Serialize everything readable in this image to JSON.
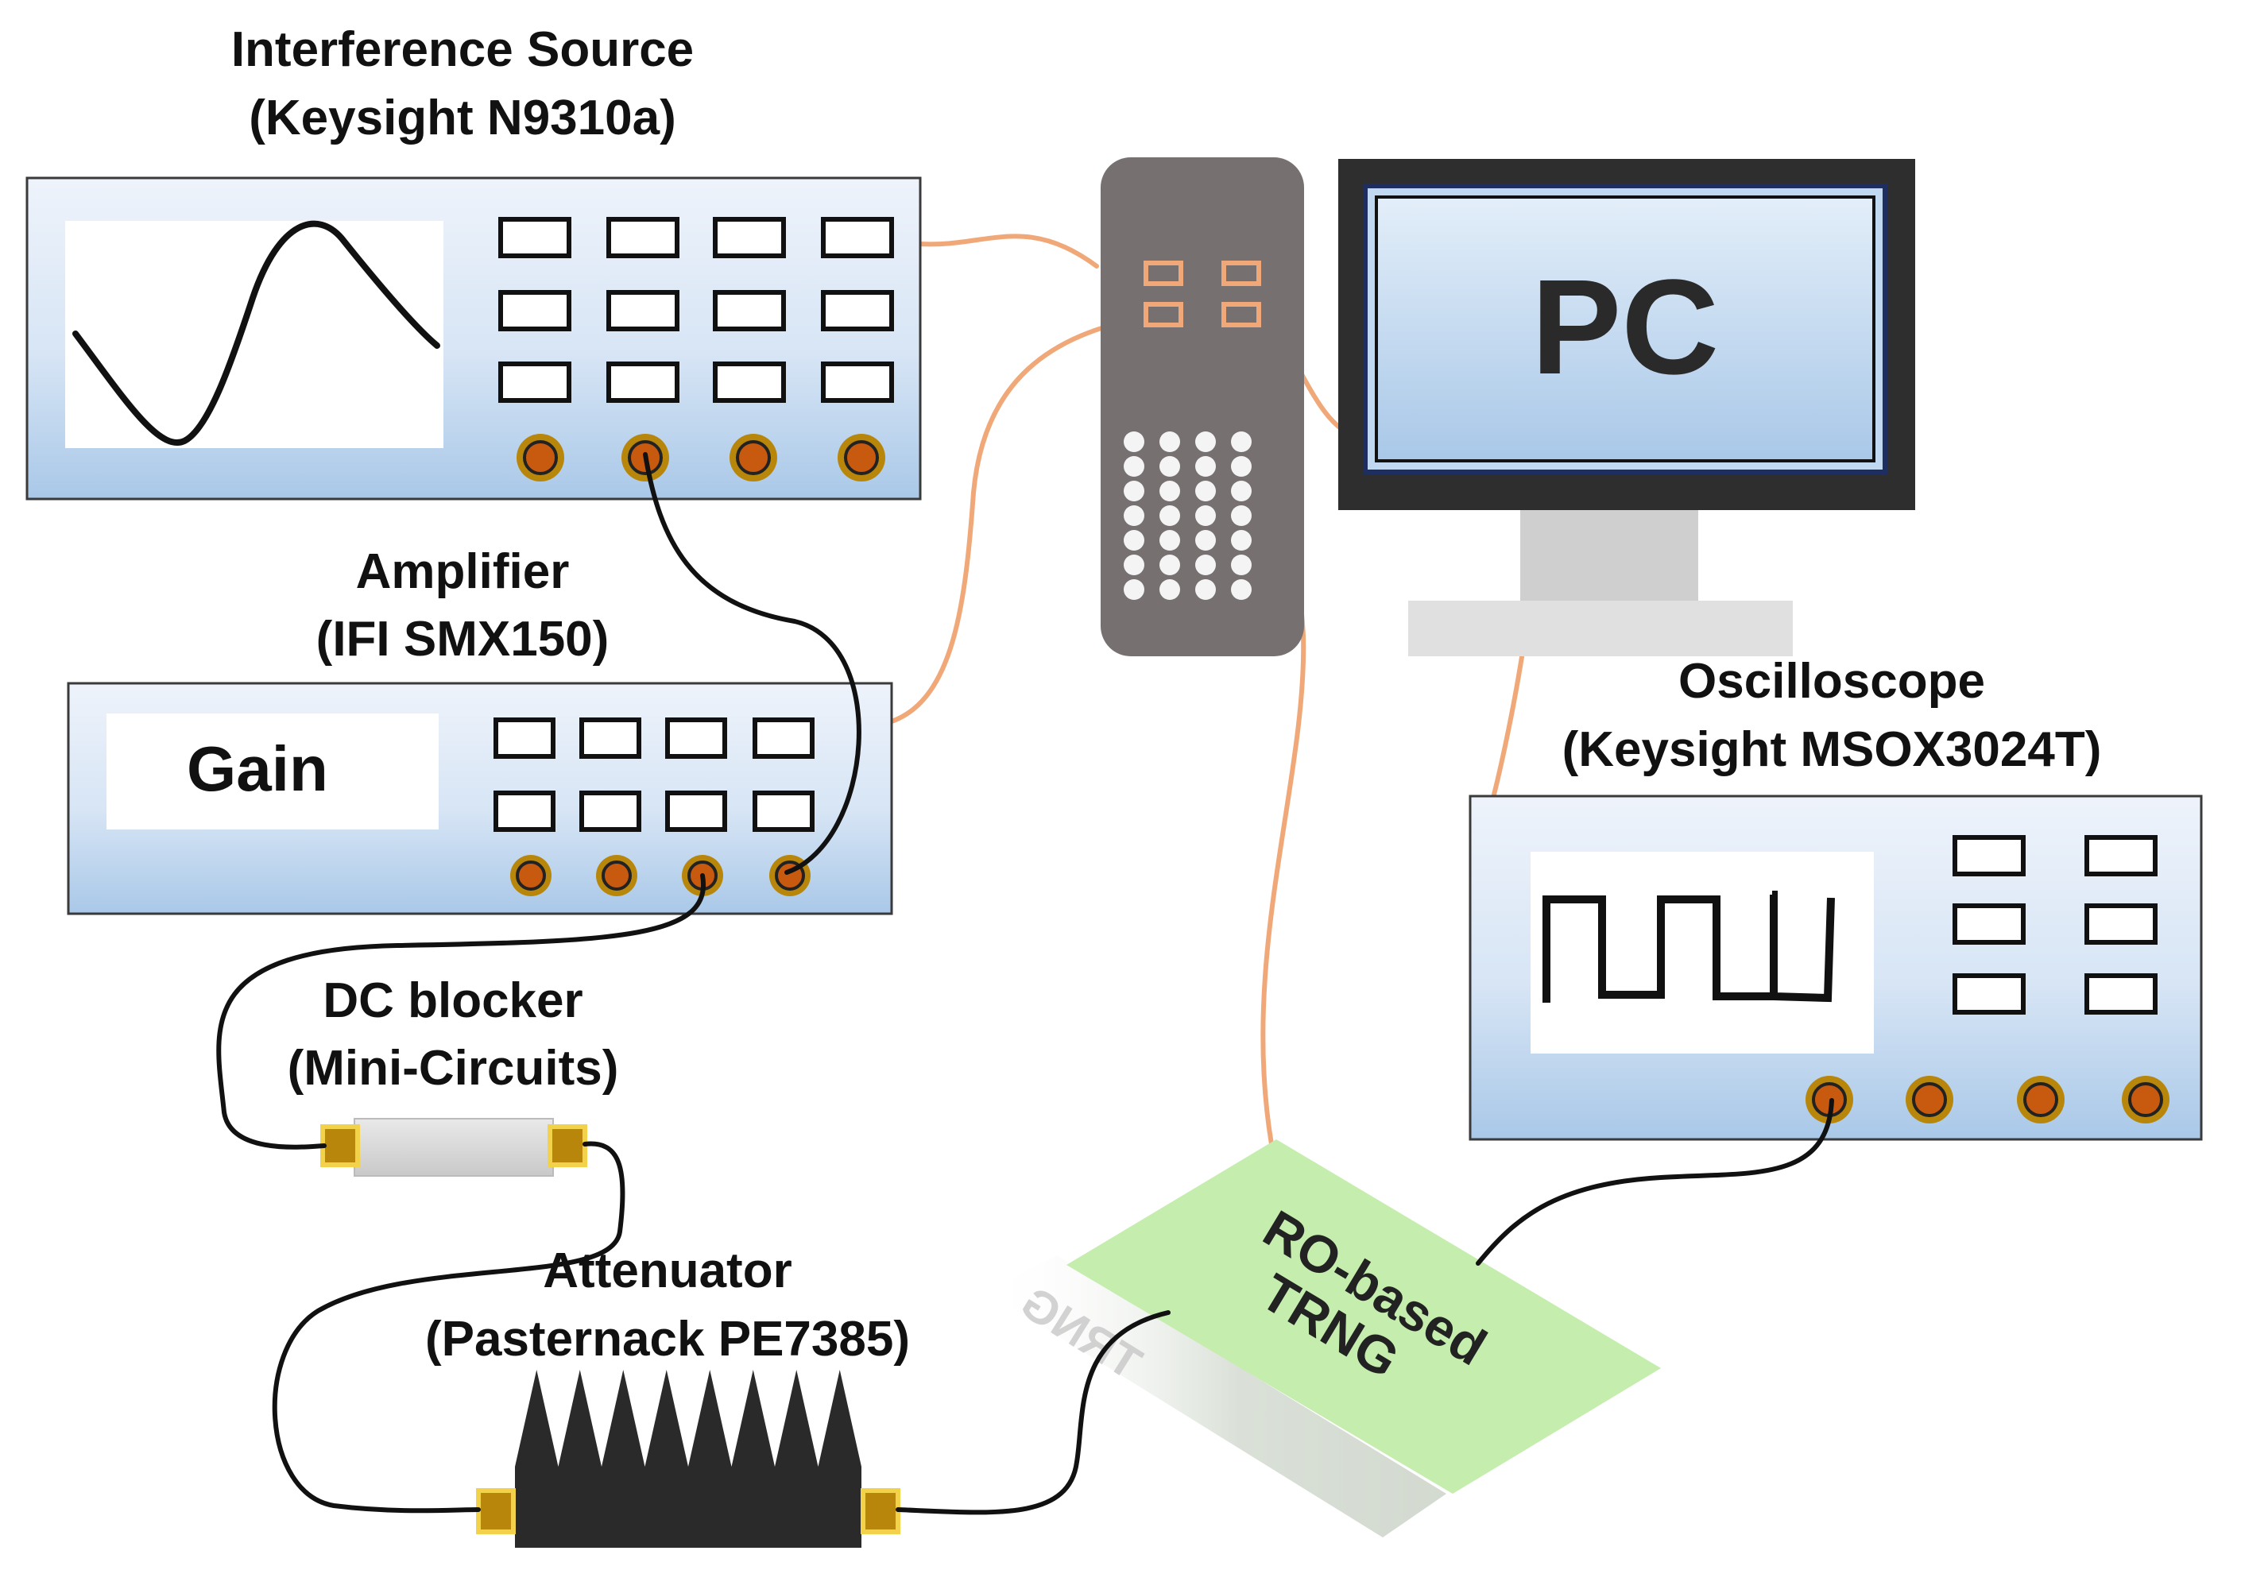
{
  "devices": {
    "interference_source": {
      "name": "Interference Source",
      "model": "(Keysight N9310a)"
    },
    "amplifier": {
      "name": "Amplifier",
      "model": "(IFI SMX150)",
      "display_text": "Gain"
    },
    "dc_blocker": {
      "name": "DC blocker",
      "model": "(Mini-Circuits)"
    },
    "attenuator": {
      "name": "Attenuator",
      "model": "(Pasternack PE7385)"
    },
    "oscilloscope": {
      "name": "Oscilloscope",
      "model": "(Keysight MSOX3024T)"
    },
    "pc": {
      "screen_text": "PC"
    },
    "trng": {
      "line1": "RO-based",
      "line2": "TRNG"
    }
  },
  "colors": {
    "panel_top": "#eef3fb",
    "panel_bottom": "#a9c8e8",
    "rf_cable": "#111111",
    "data_cable": "#f1a878",
    "connector": "#b8860b",
    "connector_core": "#c85a10",
    "trng_board": "#c5edae",
    "tower": "#767070",
    "monitor": "#2e2e2e",
    "monitor_screen": "#c0d8f0",
    "attenuator_body": "#2a2a2a"
  },
  "icons": [
    "sine-wave-icon",
    "square-wave-icon",
    "rf-connector-icon",
    "heatsink-icon",
    "usb-port-icon"
  ]
}
